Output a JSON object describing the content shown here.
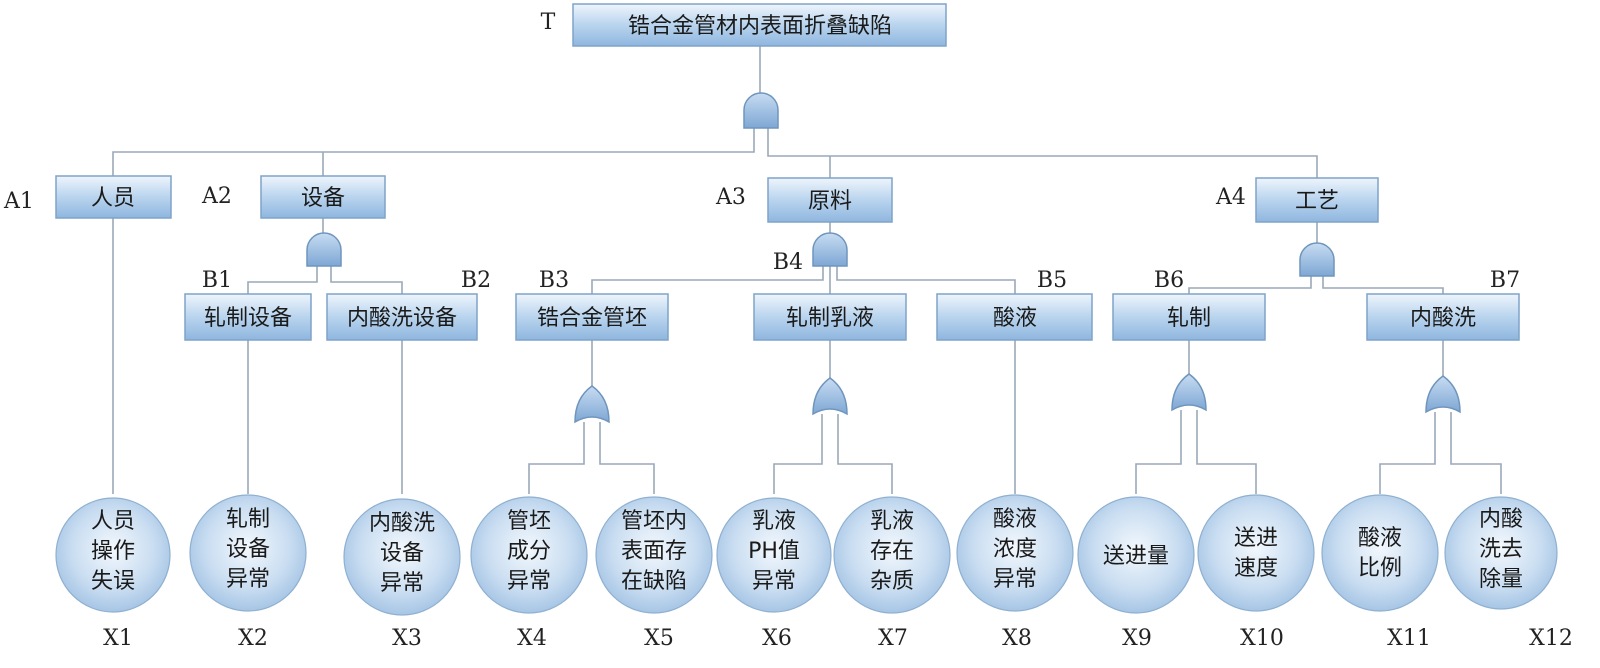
{
  "top": {
    "id": "T",
    "label": "锆合金管材内表面折叠缺陷"
  },
  "level1": [
    {
      "id": "A1",
      "label": "人员"
    },
    {
      "id": "A2",
      "label": "设备"
    },
    {
      "id": "A3",
      "label": "原料"
    },
    {
      "id": "A4",
      "label": "工艺"
    }
  ],
  "level2": [
    {
      "id": "B1",
      "label": "轧制设备"
    },
    {
      "id": "B2",
      "label": "内酸洗设备"
    },
    {
      "id": "B3",
      "label": "锆合金管坯"
    },
    {
      "id": "B4",
      "label": "轧制乳液"
    },
    {
      "id": "B5",
      "label": "酸液"
    },
    {
      "id": "B6",
      "label": "轧制"
    },
    {
      "id": "B7",
      "label": "内酸洗"
    }
  ],
  "basic_events": [
    {
      "id": "X1",
      "lines": [
        "人员",
        "操作",
        "失误"
      ]
    },
    {
      "id": "X2",
      "lines": [
        "轧制",
        "设备",
        "异常"
      ]
    },
    {
      "id": "X3",
      "lines": [
        "内酸洗",
        "设备",
        "异常"
      ]
    },
    {
      "id": "X4",
      "lines": [
        "管坯",
        "成分",
        "异常"
      ]
    },
    {
      "id": "X5",
      "lines": [
        "管坯内",
        "表面存",
        "在缺陷"
      ]
    },
    {
      "id": "X6",
      "lines": [
        "乳液",
        "PH值",
        "异常"
      ]
    },
    {
      "id": "X7",
      "lines": [
        "乳液",
        "存在",
        "杂质"
      ]
    },
    {
      "id": "X8",
      "lines": [
        "酸液",
        "浓度",
        "异常"
      ]
    },
    {
      "id": "X9",
      "lines": [
        "送进量"
      ]
    },
    {
      "id": "X10",
      "lines": [
        "送进",
        "速度"
      ]
    },
    {
      "id": "X11",
      "lines": [
        "酸液",
        "比例"
      ]
    },
    {
      "id": "X12",
      "lines": [
        "内酸",
        "洗去",
        "除量"
      ]
    }
  ],
  "gates": {
    "top_gate": "and",
    "A2_gate": "and",
    "A3_gate": "and",
    "A4_gate": "and",
    "B3_gate": "or",
    "B4_gate": "or",
    "B6_gate": "or",
    "B7_gate": "or"
  }
}
